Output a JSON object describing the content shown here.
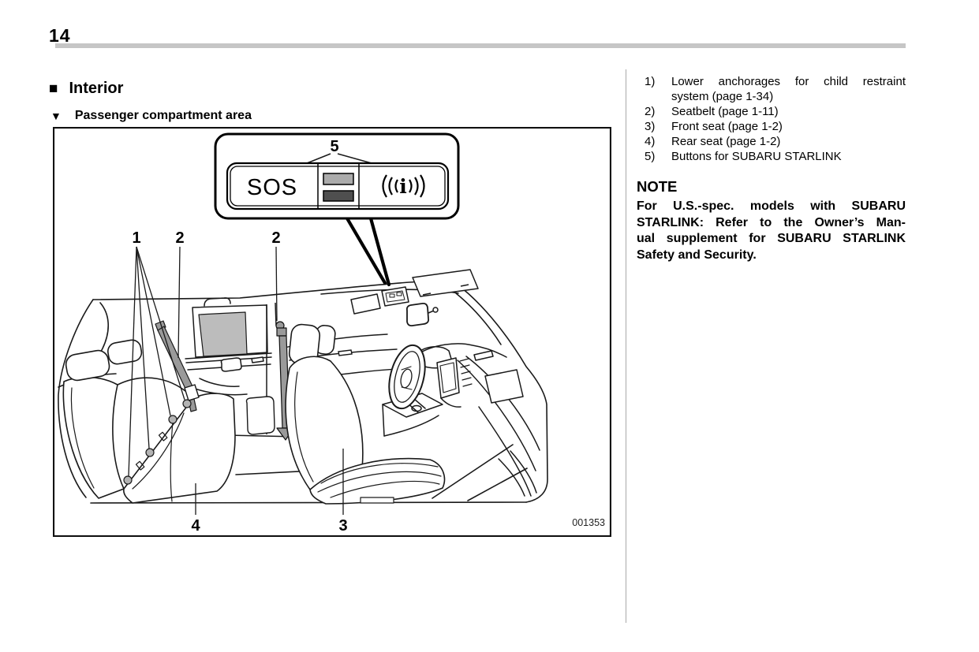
{
  "page": {
    "number": "14"
  },
  "icons": {
    "section_marker": "■",
    "subsection_marker": "▼"
  },
  "section": {
    "title": "Interior",
    "subtitle": "Passenger compartment area"
  },
  "figure": {
    "code": "001353",
    "callout": {
      "number": "5",
      "sos_label": "SOS",
      "info_glyph": "i"
    },
    "labels": {
      "anchors": "1",
      "seatbelt_rear": "2",
      "seatbelt_front": "2",
      "front_seat": "3",
      "rear_seat": "4"
    },
    "colors": {
      "belt": "#9a9a9a",
      "glass": "#bcbcbc",
      "anchor": "#b3b3b3",
      "button_light": "#ababab",
      "button_dark": "#4f4f4f"
    }
  },
  "legend": {
    "items": [
      {
        "num": "1)",
        "line1": "Lower anchorages for child restraint",
        "line2": "system (page 1-34)"
      },
      {
        "num": "2)",
        "line1": "Seatbelt (page 1-11)",
        "line2": ""
      },
      {
        "num": "3)",
        "line1": "Front seat (page 1-2)",
        "line2": ""
      },
      {
        "num": "4)",
        "line1": "Rear seat (page 1-2)",
        "line2": ""
      },
      {
        "num": "5)",
        "line1": "Buttons for SUBARU STARLINK",
        "line2": ""
      }
    ]
  },
  "note": {
    "title": "NOTE",
    "lines": [
      "For U.S.-spec. models with SUBARU",
      "STARLINK: Refer to the Owner’s Man-",
      "ual supplement for SUBARU STARLINK",
      "Safety and Security."
    ]
  }
}
